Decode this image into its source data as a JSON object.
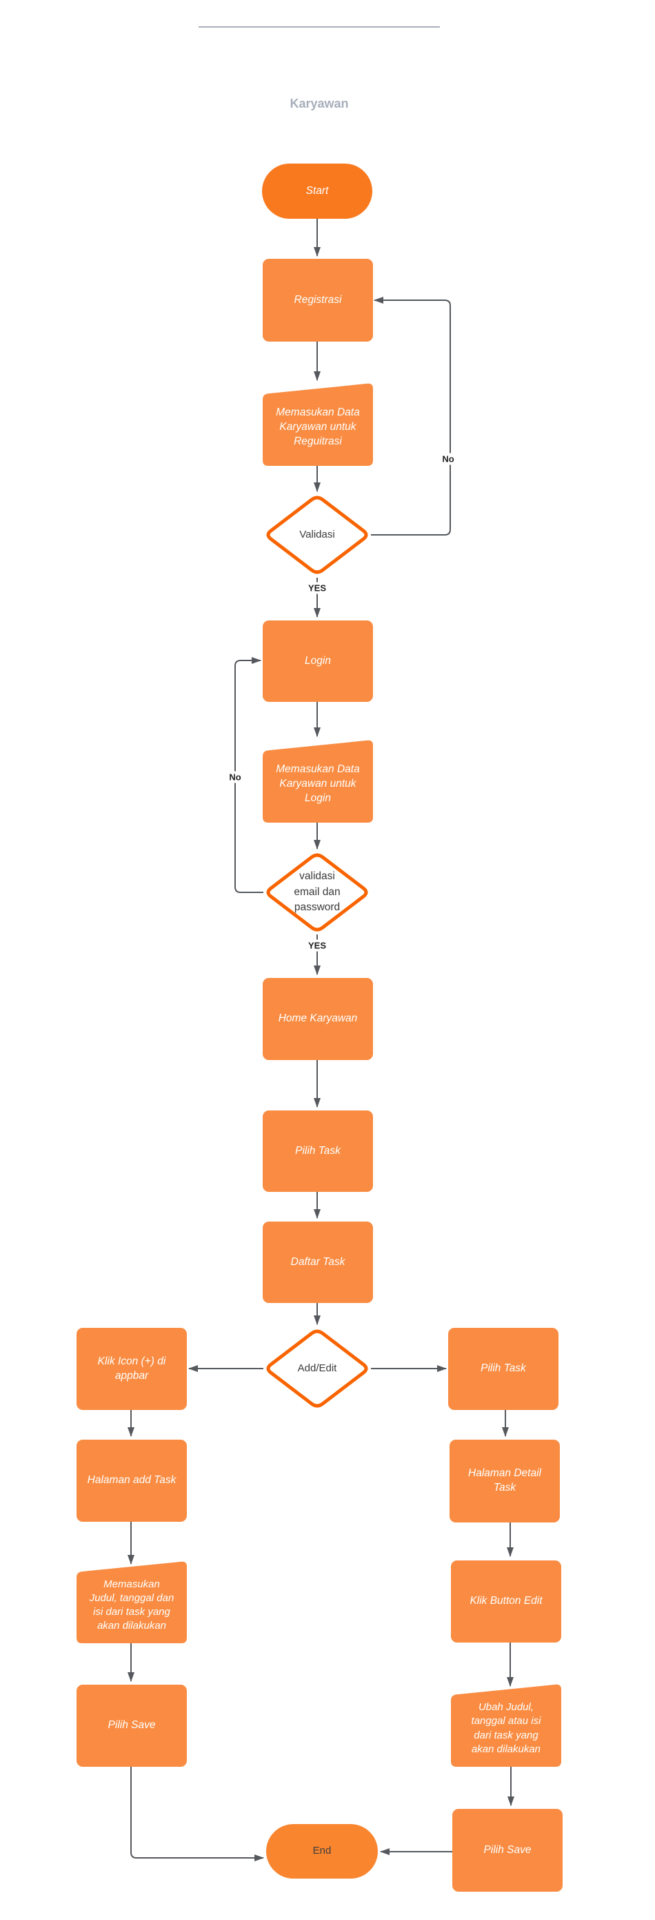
{
  "title": "Karyawan",
  "colors": {
    "process_fill": "#F98C42",
    "start_fill": "#F9791F",
    "end_fill": "#F9852F",
    "decision_border": "#F96400",
    "connector": "#55585C",
    "title_color": "#A7AEBB",
    "node_text": "#FFFFFF",
    "decision_text": "#3B3B3B",
    "end_text": "#3F3F3F",
    "edge_label_text": "#1F1F1F"
  },
  "nodes": {
    "start": {
      "label": "Start",
      "type": "terminator"
    },
    "registrasi": {
      "label": "Registrasi",
      "type": "process"
    },
    "manual_registrasi": {
      "label": "Memasukan Data\nKaryawan untuk\nReguitrasi",
      "type": "manual-input"
    },
    "validasi": {
      "label": "Validasi",
      "type": "decision"
    },
    "login": {
      "label": "Login",
      "type": "process"
    },
    "manual_login": {
      "label": "Memasukan Data\nKaryawan untuk\nLogin",
      "type": "manual-input"
    },
    "validasi_email": {
      "label": "validasi\nemail dan\npassword",
      "type": "decision"
    },
    "home_karyawan": {
      "label": "Home Karyawan",
      "type": "process"
    },
    "pilih_task": {
      "label": "Pilih Task",
      "type": "process"
    },
    "daftar_task": {
      "label": "Daftar Task",
      "type": "process"
    },
    "add_edit": {
      "label": "Add/Edit",
      "type": "decision"
    },
    "klik_icon": {
      "label": "Klik Icon (+) di\nappbar",
      "type": "process"
    },
    "halaman_add_task": {
      "label": "Halaman add Task",
      "type": "process"
    },
    "memasukan_judul": {
      "label": "Memasukan\nJudul, tanggal dan\nisi dari task yang\nakan dilakukan",
      "type": "manual-input"
    },
    "pilih_save_left": {
      "label": "Pilih Save",
      "type": "process"
    },
    "pilih_task_right": {
      "label": "Pilih Task",
      "type": "process"
    },
    "halaman_detail_task": {
      "label": "Halaman Detail\nTask",
      "type": "process"
    },
    "klik_button_edit": {
      "label": "Klik Button Edit",
      "type": "process"
    },
    "ubah_judul": {
      "label": "Ubah Judul,\ntanggal atau isi\ndari task yang\nakan dilakukan",
      "type": "manual-input"
    },
    "pilih_save_right": {
      "label": "Pilih Save",
      "type": "process"
    },
    "end": {
      "label": "End",
      "type": "terminator"
    }
  },
  "edge_labels": {
    "validasi_no": "No",
    "validasi_yes": "YES",
    "login_no": "No",
    "login_yes": "YES"
  }
}
